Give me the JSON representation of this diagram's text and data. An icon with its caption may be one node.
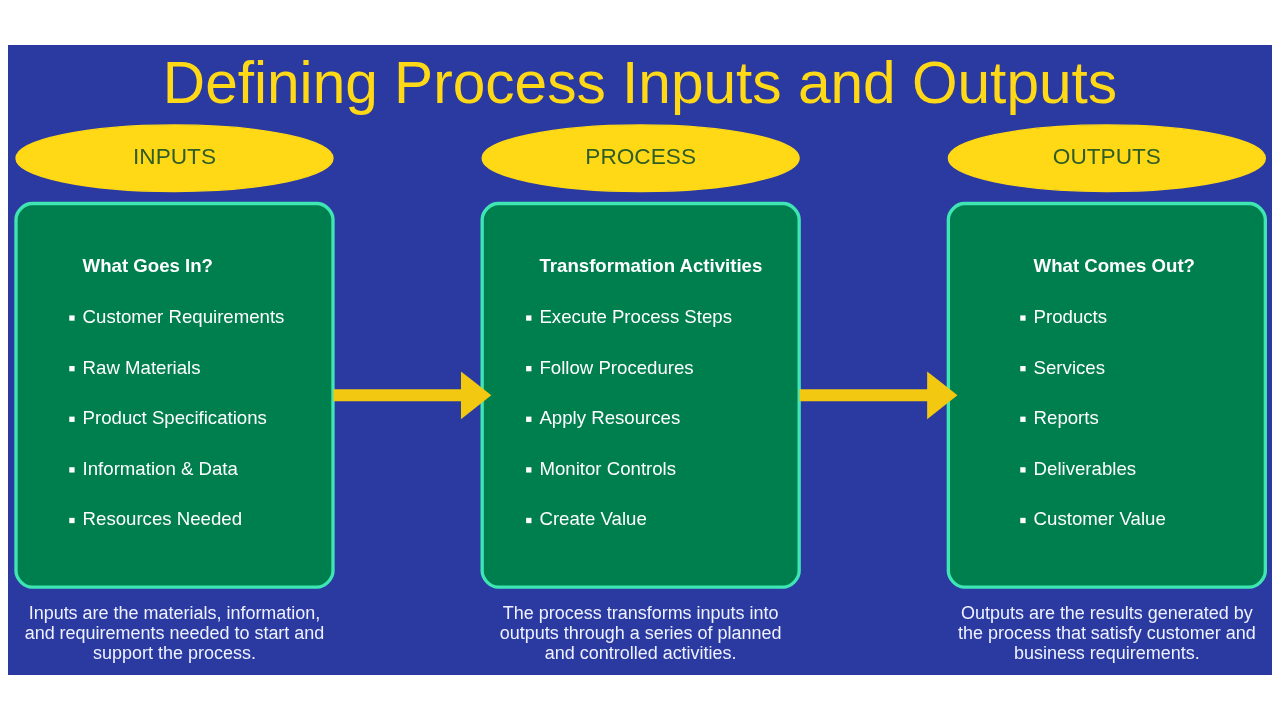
{
  "diagram": {
    "title": "Defining Process Inputs and Outputs",
    "nodes": [
      {
        "text": [
          "INPUTS"
        ]
      },
      {
        "text": [
          "What Goes In?",
          "Customer Requirements",
          "Raw Materials",
          "Product Specifications",
          "Information & Data",
          "Resources Needed"
        ],
        "beside": [
          "Inputs are the materials, information, and requirements needed to start and support the process."
        ]
      },
      {
        "text": [
          "PROCESS"
        ]
      },
      {
        "text": [
          "Transformation Activities",
          "Execute Process Steps",
          "Follow Procedures",
          "Apply Resources",
          "Monitor Controls",
          "Create Value"
        ],
        "beside": [
          "The process transforms inputs into outputs through a series of planned and controlled activities."
        ]
      },
      {
        "text": [
          "OUTPUTS"
        ]
      },
      {
        "text": [
          "What Comes Out?",
          "Products",
          "Services",
          "Reports",
          "Deliverables",
          "Customer Value"
        ],
        "beside": [
          "Outputs are the results generated by the process that satisfy customer and business requirements."
        ]
      }
    ],
    "edges": [
      {
        "from": 1,
        "to": 3,
        "arrow": "to"
      },
      {
        "from": 3,
        "to": 5,
        "arrow": "to"
      }
    ]
  }
}
